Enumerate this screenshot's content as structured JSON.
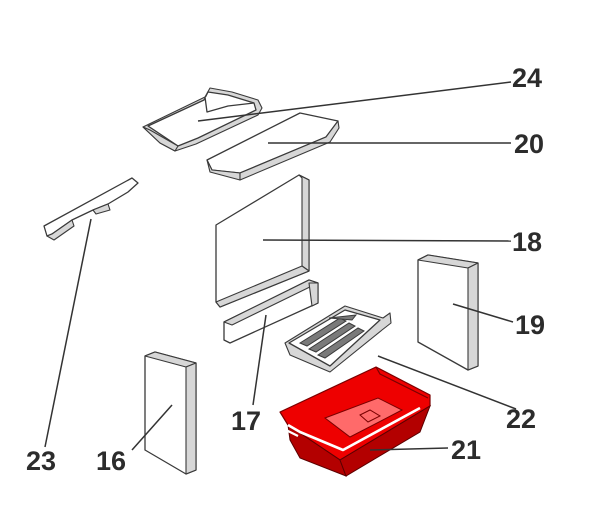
{
  "parts": [
    {
      "id": "part-24",
      "number": "24"
    },
    {
      "id": "part-20",
      "number": "20"
    },
    {
      "id": "part-18",
      "number": "18"
    },
    {
      "id": "part-19",
      "number": "19"
    },
    {
      "id": "part-22",
      "number": "22"
    },
    {
      "id": "part-21",
      "number": "21"
    },
    {
      "id": "part-17",
      "number": "17"
    },
    {
      "id": "part-16",
      "number": "16"
    },
    {
      "id": "part-23",
      "number": "23"
    }
  ],
  "colors": {
    "highlight": "#ee0000",
    "outline": "#3a3a3a",
    "label": "#2c2c2c"
  }
}
